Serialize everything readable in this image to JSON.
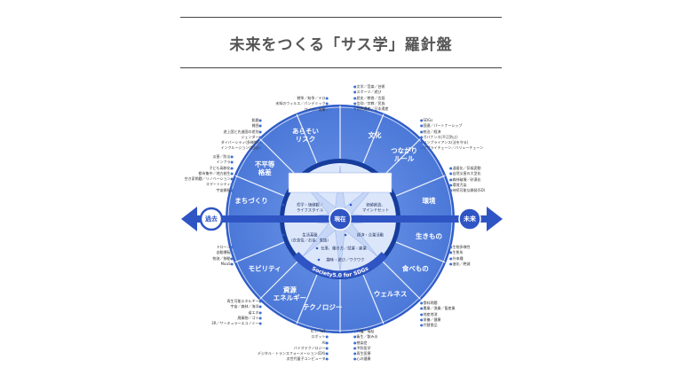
{
  "title": "未来をつくる「サス学」羅針盤",
  "center": {
    "now": "現在",
    "past": "過去",
    "future": "未来",
    "belt": "Society5.0 for SDGs"
  },
  "sectors": [
    {
      "id": "culture",
      "label": "文化",
      "angle": -67.5
    },
    {
      "id": "tsunagari",
      "label": "つながり\nルール",
      "angle": -45
    },
    {
      "id": "environment",
      "label": "環境",
      "angle": -11.25
    },
    {
      "id": "living",
      "label": "生きもの",
      "angle": 11.25
    },
    {
      "id": "food",
      "label": "食べもの",
      "angle": 33.75
    },
    {
      "id": "wellness",
      "label": "ウェルネス",
      "angle": 56.25
    },
    {
      "id": "technology",
      "label": "テクノロジー",
      "angle": 101.25
    },
    {
      "id": "energy",
      "label": "資源\nエネルギー",
      "angle": 123.75
    },
    {
      "id": "mobility",
      "label": "モビリティ",
      "angle": 146.25
    },
    {
      "id": "town",
      "label": "まちづくり",
      "angle": 191.25
    },
    {
      "id": "inequality",
      "label": "不平等\n格差",
      "angle": 213.75
    },
    {
      "id": "conflict",
      "label": "あらそい\nリスク",
      "angle": 247.5
    }
  ],
  "inner_items": [
    {
      "id": "philosophy",
      "text": "哲学・価値観／\nライフスタイル",
      "side": "left"
    },
    {
      "id": "capital",
      "text": "価値創造、\nマインドセット",
      "side": "right"
    },
    {
      "id": "economy",
      "text": "生活基盤\n（衣食住／お金、家族）",
      "side": "left"
    },
    {
      "id": "business",
      "text": "経済・企業活動",
      "side": "right"
    },
    {
      "id": "work",
      "text": "仕事、働き方／就業・雇業",
      "side": "center"
    },
    {
      "id": "hobby",
      "text": "趣味・遊び／ワクワク",
      "side": "center"
    }
  ],
  "outer_groups": {
    "top_left": [
      "戦争／紛争／テロ",
      "未知のウィルス／パンデミック",
      "サイバー攻撃"
    ],
    "upper_left": [
      "飢餓",
      "貧困",
      "途上国と先進国の差別",
      "ジェンダー",
      "ダイバーシティ(多様性)",
      "インクルージョン(包括)"
    ],
    "left_upper": [
      "災害／防災",
      "インフラ",
      "子ども高齢化",
      "都市集中／地方創生",
      "空き家問題／リノベーション",
      "スマートシティ",
      "宇宙開拓"
    ],
    "left_lower": [
      "ドローン",
      "自動運転",
      "物流／移動",
      "MaaS"
    ],
    "lower_left": [
      "再生可能エネルギー",
      "宇宙／森林／海洋",
      "省エネ",
      "廃棄物／ゴミ",
      "3R／サーキュラーエコノミー"
    ],
    "bottom_left": [
      "ICT／IoT",
      "ロボット",
      "AI",
      "バイオテクノロジー",
      "デジタル・トランスフォーメーション(DX)",
      "次世代量子コンピュータ"
    ],
    "top_right": [
      "文学／音楽／芸術",
      "スポーツ／遊び",
      "歴史／教育／言語",
      "信仰／宗教／民族",
      "世界遺産／日本遺産"
    ],
    "upper_right": [
      "SDGs",
      "国連／パートナーシップ",
      "統治／経済",
      "ガバナンス(不正防止)",
      "コンプライアンス(法を守る)",
      "サプライチェーン／バリューチェーン"
    ],
    "right_upper": [
      "温暖化／気候変動",
      "自然災害の大型化",
      "森林破壊／砂漠化",
      "環境汚染",
      "持続可能な開発(SD)"
    ],
    "right_lower": [
      "生物多様性",
      "生態系",
      "外来種",
      "進化／絶滅"
    ],
    "lower_right": [
      "食料問題",
      "農業／漁業／畜産業",
      "地産地消",
      "栄養／健康",
      "代替食品"
    ],
    "bottom_right": [
      "介護／福祉",
      "衛生／飲み水",
      "感染症",
      "予防医学",
      "再生医療",
      "心の健康"
    ]
  },
  "colors": {
    "ring_fill": "#5b86e0",
    "ring_edge": "#2f5cc7",
    "dark": "#163c9c",
    "light": "#dbe6fb",
    "belt": "#2f55c4"
  }
}
